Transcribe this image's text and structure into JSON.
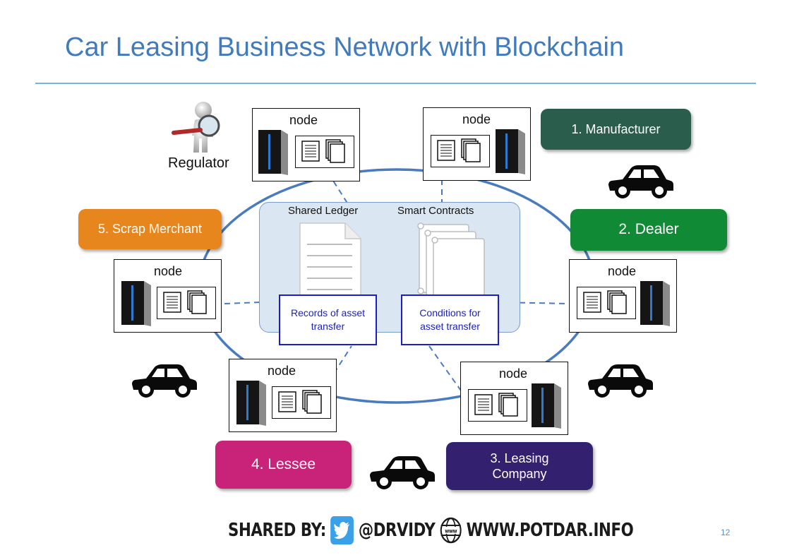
{
  "title": "Car Leasing Business Network with Blockchain",
  "regulator": {
    "label": "Regulator",
    "icon": "magnifier-figure-icon"
  },
  "node_label": "node",
  "roles": {
    "manufacturer": "1. Manufacturer",
    "dealer": "2. Dealer",
    "leasing_company_line1": "3. Leasing",
    "leasing_company_line2": "Company",
    "lessee": "4. Lessee",
    "scrap_merchant": "5. Scrap Merchant"
  },
  "role_colors": {
    "manufacturer": "#2b5d4c",
    "dealer": "#118a36",
    "leasing_company": "#33216f",
    "lessee": "#c82279",
    "scrap_merchant": "#e7861d"
  },
  "shared": {
    "ledger_label": "Shared Ledger",
    "contracts_label": "Smart Contracts",
    "records_line1": "Records of asset",
    "records_line2": "transfer",
    "conditions_line1": "Conditions for",
    "conditions_line2": "asset transfer"
  },
  "footer": {
    "shared_by": "SHARED BY:",
    "handle": "@DRVIDY",
    "website": "WWW.POTDAR.INFO",
    "globe_text": "www"
  },
  "page_number": "12",
  "colors": {
    "title": "#3f7bbd",
    "ring": "#4a7bbf",
    "info_border": "#1a1fc6"
  }
}
